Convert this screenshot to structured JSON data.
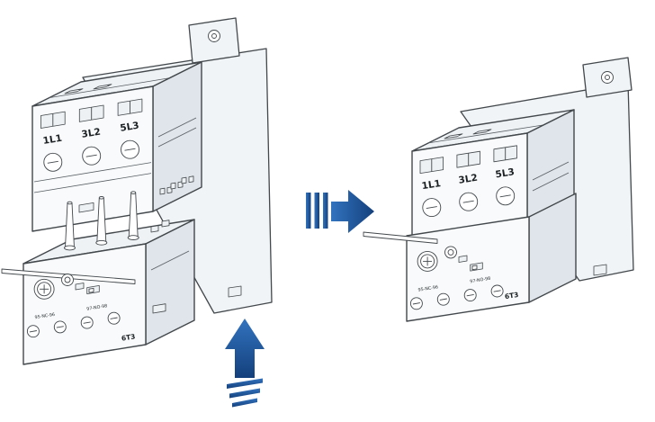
{
  "figure": {
    "type": "assembly-instruction-diagram",
    "description": "Thermal overload relay plugged into the bottom of a contactor, exploded view left, assembled view right",
    "colors": {
      "arrow_light": "#2f6fb5",
      "arrow_dark": "#15427f",
      "outline": "#43484c",
      "face_front": "#f8fafb",
      "face_top": "#eef2f5",
      "face_side": "#dfe5ea",
      "plate": "#f1f4f6"
    },
    "arrows": {
      "insert_direction": "up",
      "result_direction": "right"
    },
    "exploded_view": {
      "contactor": {
        "terminal_labels": [
          "1L1",
          "3L2",
          "5L3"
        ]
      },
      "relay": {
        "aux_labels": [
          "95-NC-96",
          "97-NO-98"
        ],
        "terminal_label": "6T3"
      }
    },
    "assembled_view": {
      "contactor": {
        "terminal_labels": [
          "1L1",
          "3L2",
          "5L3"
        ]
      },
      "relay": {
        "aux_labels": [
          "95-NC-96",
          "97-NO-98"
        ],
        "terminal_label": "6T3"
      }
    }
  }
}
